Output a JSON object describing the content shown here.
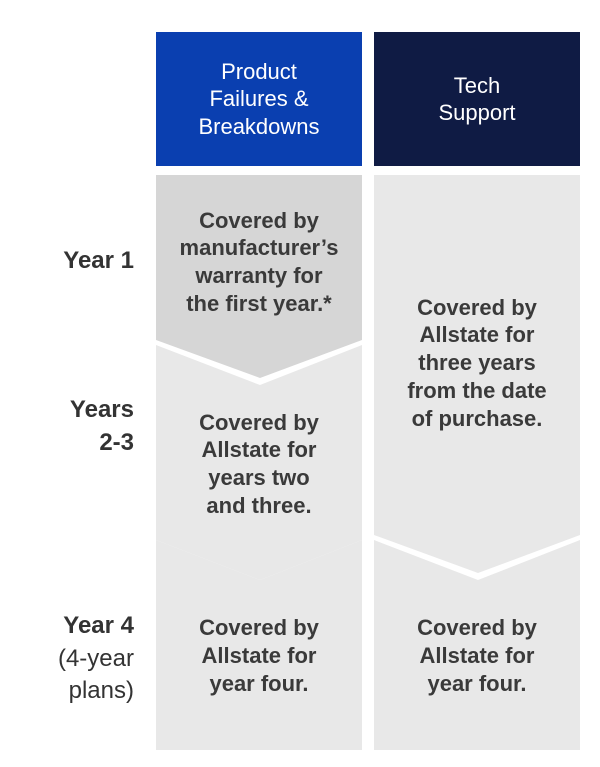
{
  "colors": {
    "product_header": "#0a3fb0",
    "support_header": "#0f1b44",
    "manufacturer_cell": "#d6d6d6",
    "allstate_cell": "#e8e8e8",
    "label_text": "#333333"
  },
  "columns": {
    "product": "Product\nFailures &\nBreakdowns",
    "support": "Tech\nSupport"
  },
  "rows": {
    "year1": "Year 1",
    "years23": "Years\n2-3",
    "year4": "Year 4",
    "year4_note": "(4-year\nplans)"
  },
  "cells": {
    "product_year1": "Covered by\nmanufacturer’s\nwarranty for\nthe first year.*",
    "product_years23": "Covered by\nAllstate for\nyears two\nand three.",
    "product_year4": "Covered by\nAllstate for\nyear four.",
    "support_years13": "Covered by\nAllstate for\nthree years\nfrom the date\nof purchase.",
    "support_year4": "Covered by\nAllstate for\nyear four."
  }
}
